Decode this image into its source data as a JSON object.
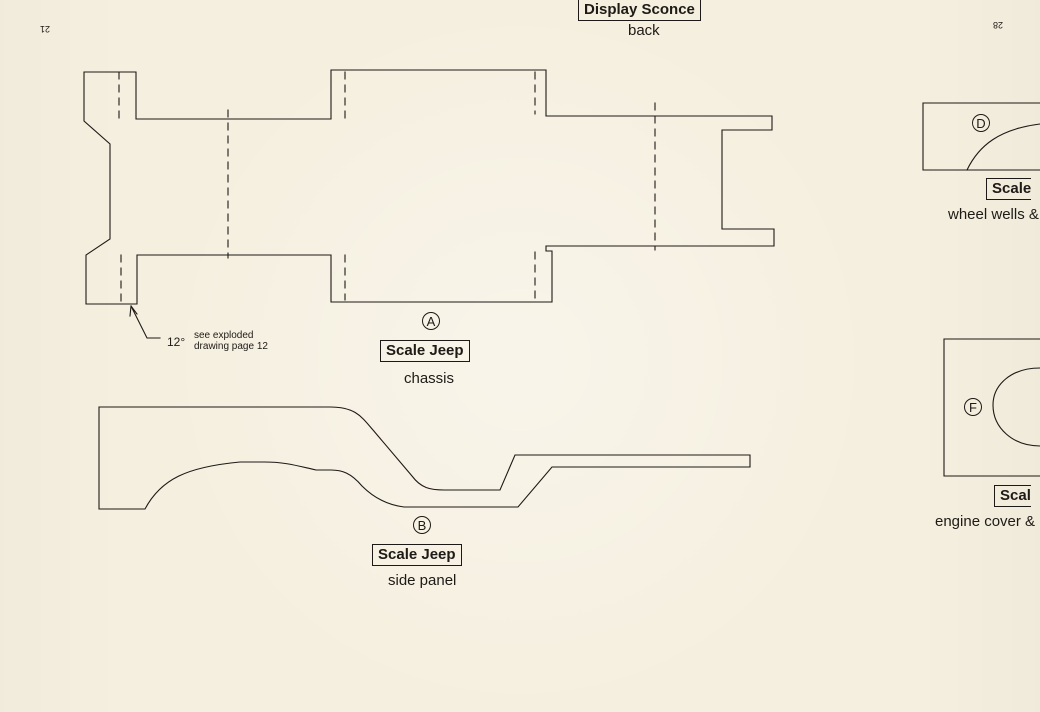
{
  "page_numbers": {
    "left": "21",
    "right": "28"
  },
  "display_sconce": {
    "title": "Display Sconce",
    "caption": "back"
  },
  "parts": {
    "chassis": {
      "marker": "A",
      "title": "Scale Jeep",
      "caption": "chassis"
    },
    "side_panel": {
      "marker": "B",
      "title": "Scale Jeep",
      "caption": "side panel"
    },
    "wheel_wells": {
      "marker": "D",
      "title": "Scale",
      "caption": "wheel wells &"
    },
    "engine_cover": {
      "marker": "F",
      "title": "Scal",
      "caption": "engine cover &"
    }
  },
  "annotation": {
    "angle": "12°",
    "note_line1": "see exploded",
    "note_line2": "drawing page 12"
  }
}
